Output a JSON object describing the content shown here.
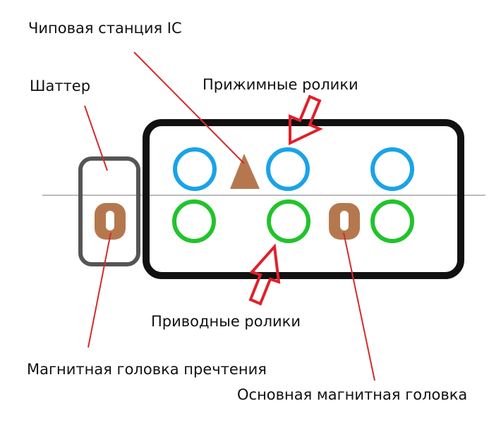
{
  "labels": {
    "chip_station": "Чиповая станция IC",
    "shutter": "Шаттер",
    "pinch_rollers": "Прижимные ролики",
    "drive_rollers": "Приводные ролики",
    "pre_read_head": "Магнитная головка пречтения",
    "main_head": "Основная магнитная головка"
  },
  "colors": {
    "frame": "#111111",
    "shutter_frame": "#555555",
    "track_line": "#bbbbbb",
    "pinch_roller": "#1aa3e8",
    "drive_roller": "#22c32c",
    "head": "#b5784e",
    "chip": "#b5784e",
    "arrow": "#e0202a",
    "leader": "#d42a2a"
  }
}
